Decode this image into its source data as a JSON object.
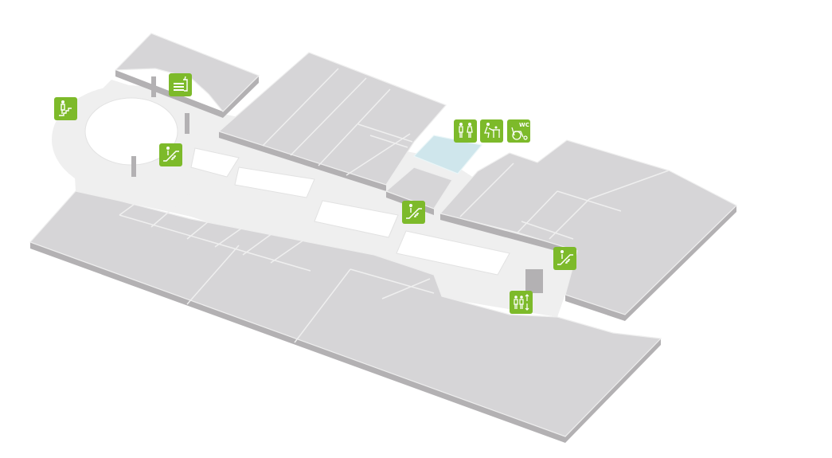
{
  "map": {
    "colors": {
      "icon_bg": "#7dba2a",
      "store_top": "#d6d5d7",
      "store_side": "#b3b1b3",
      "corridor": "#efefef",
      "highlight": "#cfe6ec"
    },
    "icons": [
      {
        "id": "stairs",
        "type": "stairs-icon"
      },
      {
        "id": "food-court",
        "type": "food-icon"
      },
      {
        "id": "escalator-1",
        "type": "escalator-icon"
      },
      {
        "id": "restrooms",
        "type": "restroom-icon"
      },
      {
        "id": "baby-care",
        "type": "baby-changing-icon"
      },
      {
        "id": "accessible-wc",
        "type": "wheelchair-wc-icon",
        "label": "WC"
      },
      {
        "id": "escalator-2",
        "type": "escalator-icon"
      },
      {
        "id": "escalator-3",
        "type": "escalator-icon"
      },
      {
        "id": "elevator",
        "type": "elevator-icon"
      }
    ]
  }
}
